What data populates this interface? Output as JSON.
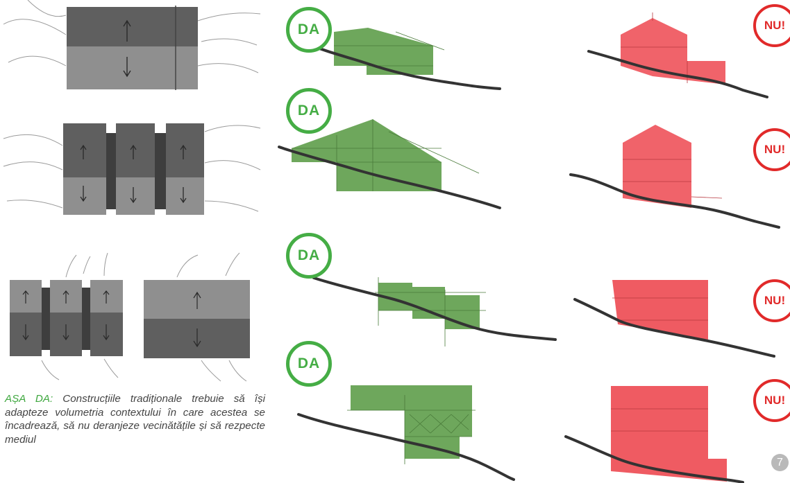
{
  "badges": {
    "da": [
      "DA",
      "DA",
      "DA",
      "DA"
    ],
    "nu": [
      "NU!",
      "NU!",
      "NU!",
      "NU!"
    ]
  },
  "caption": {
    "lead": "AȘA DA:",
    "body": "Construcțiile tradiționale trebuie să își adapteze volumetria contextului în care acestea se încadrează, să nu deranjeze vecinătățile și să rezpecte mediul"
  },
  "page_number": "7",
  "colors": {
    "good": "#45ad45",
    "bad": "#e12a2a",
    "green_fill": "#5a9b46",
    "red_fill": "#ee4d55",
    "terrain": "#3a3a3a",
    "plan_dark": "#5e5e5e",
    "plan_light": "#8d8d8d"
  },
  "icons": {
    "arrow_up": "arrow-up-icon",
    "arrow_down": "arrow-down-icon"
  }
}
